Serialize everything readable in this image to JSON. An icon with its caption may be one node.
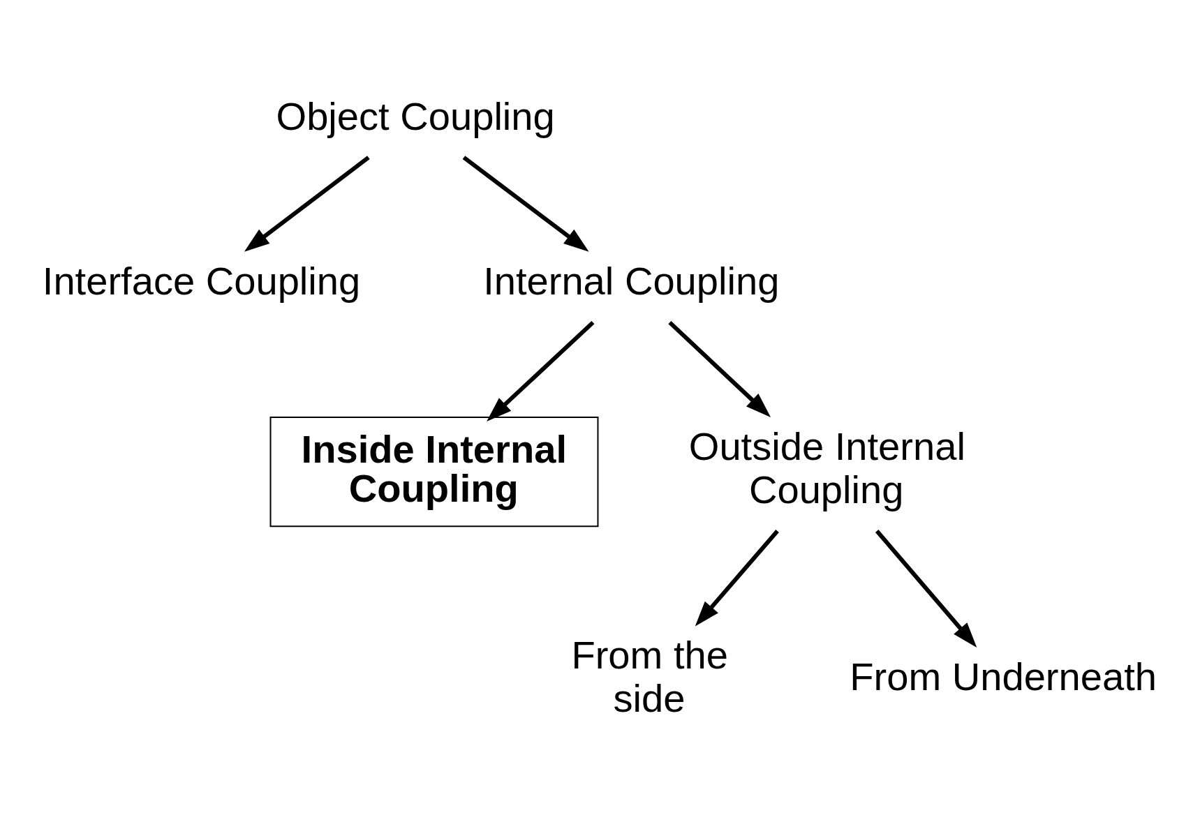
{
  "diagram": {
    "nodes": [
      {
        "text": [
          "Object Coupling"
        ]
      },
      {
        "text": [
          "Interface Coupling"
        ]
      },
      {
        "text": [
          "Internal Coupling"
        ]
      },
      {
        "text": [
          "Inside Internal Coupling"
        ]
      },
      {
        "text": [
          "Outside Internal Coupling"
        ]
      },
      {
        "text": [
          "From the side"
        ]
      },
      {
        "text": [
          "From Underneath"
        ]
      }
    ],
    "edges": [
      {
        "from": 0,
        "to": 1,
        "arrow": "to"
      },
      {
        "from": 0,
        "to": 2,
        "arrow": "to"
      },
      {
        "from": 2,
        "to": 3,
        "arrow": "to"
      },
      {
        "from": 2,
        "to": 4,
        "arrow": "to"
      },
      {
        "from": 4,
        "to": 5,
        "arrow": "to"
      },
      {
        "from": 4,
        "to": 6,
        "arrow": "to"
      }
    ]
  }
}
